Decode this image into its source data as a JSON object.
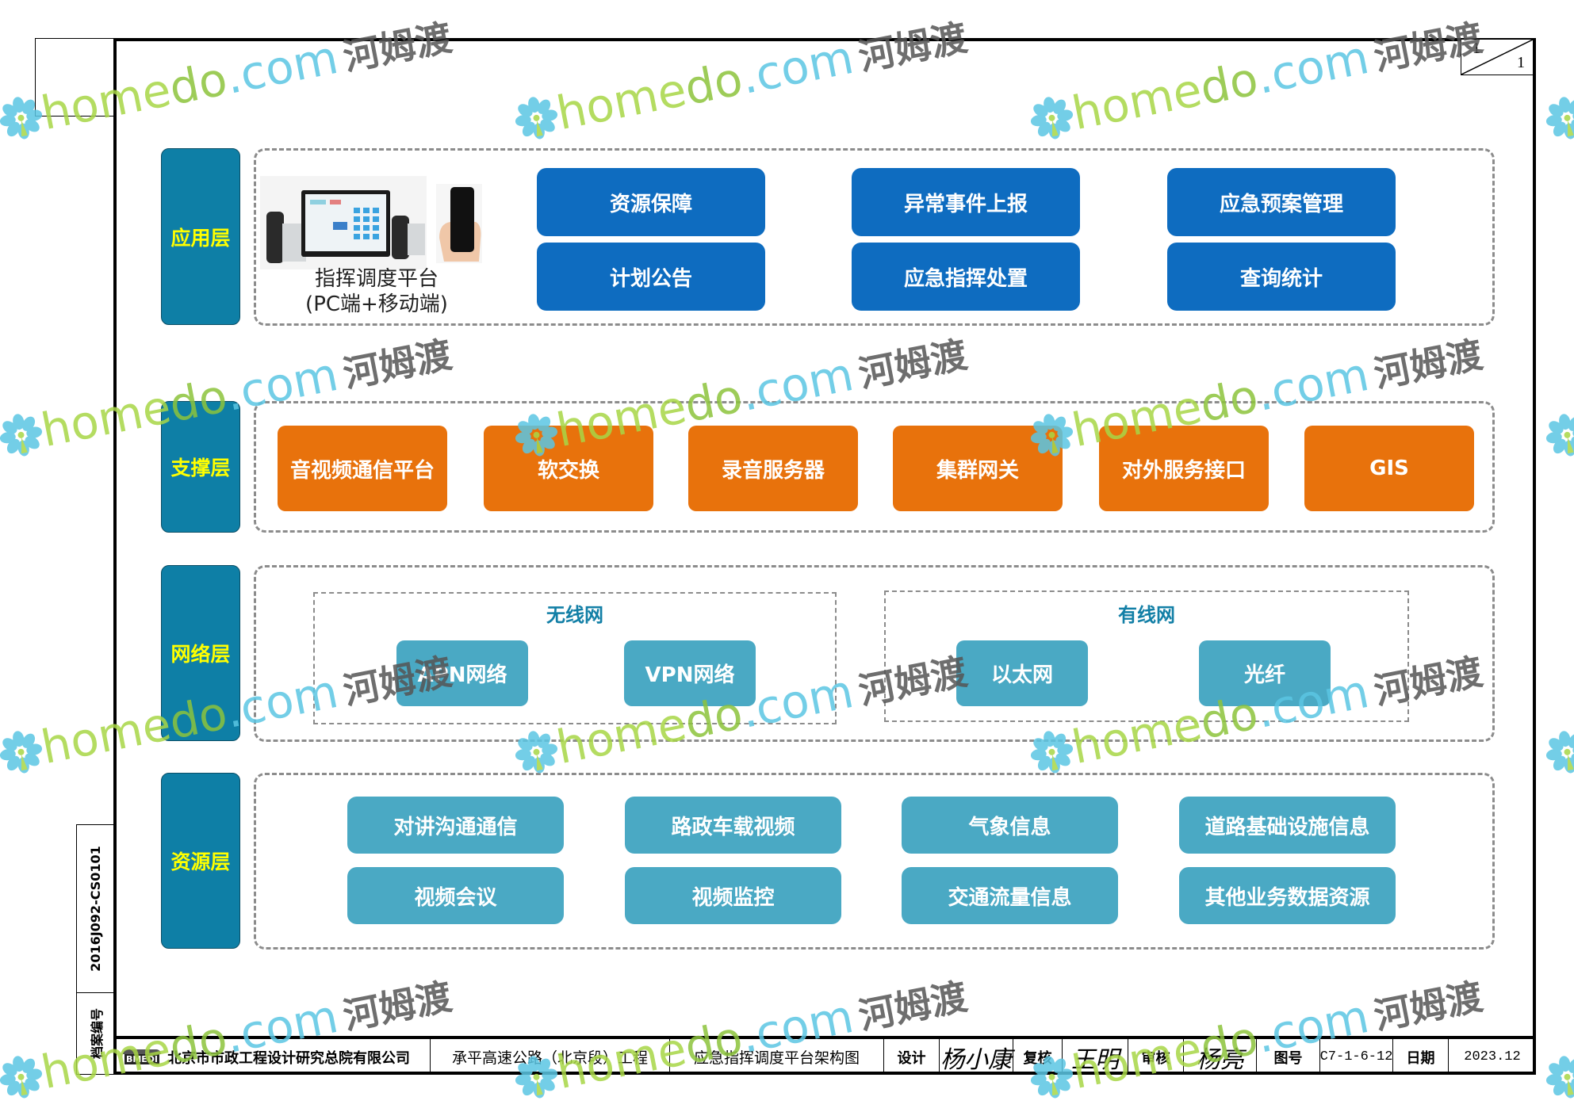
{
  "page": {
    "current": "1",
    "total": "1"
  },
  "layers": [
    {
      "label": "应用层"
    },
    {
      "label": "支撑层"
    },
    {
      "label": "网络层"
    },
    {
      "label": "资源层"
    }
  ],
  "application": {
    "platform_caption_line1": "指挥调度平台",
    "platform_caption_line2": "(PC端+移动端)",
    "modules": [
      "资源保障",
      "异常事件上报",
      "应急预案管理",
      "计划公告",
      "应急指挥处置",
      "查询统计"
    ]
  },
  "support": {
    "modules": [
      "音视频通信平台",
      "软交换",
      "录音服务器",
      "集群网关",
      "对外服务接口",
      "GIS"
    ]
  },
  "network": {
    "wireless": {
      "title": "无线网",
      "items": [
        "APN网络",
        "VPN网络"
      ]
    },
    "wired": {
      "title": "有线网",
      "items": [
        "以太网",
        "光纤"
      ]
    }
  },
  "resources": {
    "items": [
      "对讲沟通通信",
      "路政车载视频",
      "气象信息",
      "道路基础设施信息",
      "视频会议",
      "视频监控",
      "交通流量信息",
      "其他业务数据资源"
    ]
  },
  "side_stamp": {
    "label": "档案编号",
    "value": "2016J092-CS0101"
  },
  "title_block": {
    "company": "北京市市政工程设计研究总院有限公司",
    "company_logo": "BMEDI",
    "project": "承平高速公路（北京段）工程",
    "drawing_title": "应急指挥调度平台架构图",
    "design_label": "设计",
    "design_signature": "杨小康",
    "review_label": "复核",
    "review_signature": "王明",
    "approve_label": "审核",
    "approve_signature": "杨亮",
    "drawing_no_label": "图号",
    "drawing_no": "C7-1-6-12",
    "date_label": "日期",
    "date": "2023.12"
  },
  "watermark": {
    "brand_a": "home",
    "brand_b": "do",
    "brand_c": ".com",
    "brand_cn": "河姆渡"
  },
  "colors": {
    "layer_label_bg": "#0e7fa6",
    "layer_label_text": "#ffff00",
    "application_blue": "#0e6cc0",
    "support_orange": "#e8720c",
    "network_teal": "#4aa9c4",
    "resource_teal": "#4aa9c4"
  }
}
